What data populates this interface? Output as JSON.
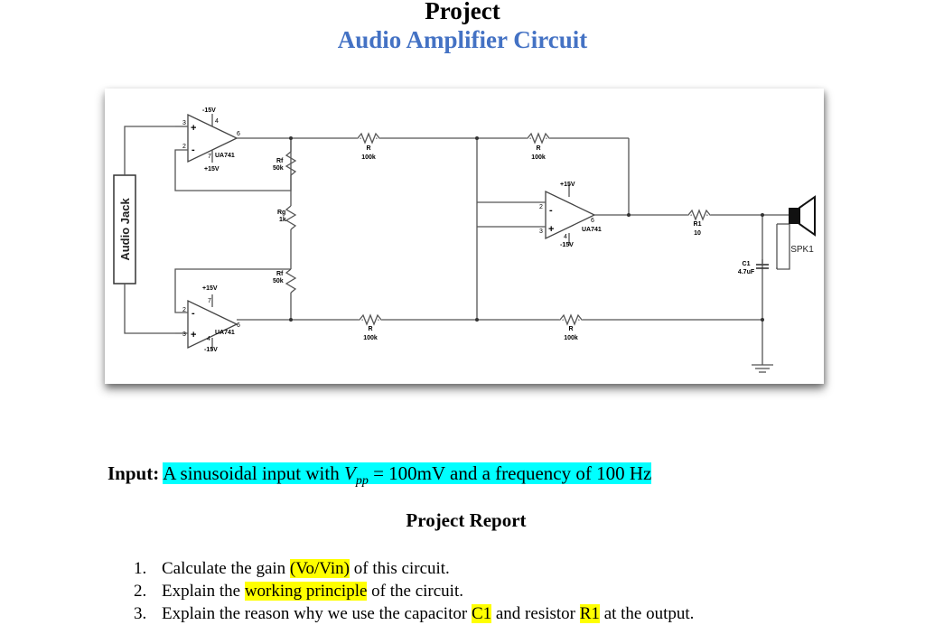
{
  "header": {
    "title": "Project",
    "subtitle": "Audio Amplifier Circuit"
  },
  "circuit": {
    "audio_jack_label": "Audio Jack",
    "opamp_top": {
      "name": "UA741",
      "supply_neg": "-15V",
      "supply_pos": "+15V",
      "pin_plus": "+",
      "pin_minus": "-",
      "pin3": "3",
      "pin2": "2",
      "pin4": "4",
      "pin6": "6",
      "pin7": "7"
    },
    "opamp_bottom": {
      "name": "UA741",
      "supply_neg": "-15V",
      "supply_pos": "+15V",
      "pin_plus": "+",
      "pin_minus": "-",
      "pin3": "3",
      "pin2": "2",
      "pin4": "4",
      "pin6": "6",
      "pin7": "7"
    },
    "opamp_mid": {
      "name": "UA741",
      "supply_neg": "-15V",
      "supply_pos": "+15V",
      "pin_plus": "+",
      "pin_minus": "-",
      "pin3": "3",
      "pin2": "2",
      "pin4": "4",
      "pin6": "6"
    },
    "rf_top": {
      "name": "Rf",
      "value": "50k"
    },
    "rg": {
      "name": "Rg",
      "value": "1k"
    },
    "rf_bottom": {
      "name": "Rf",
      "value": "50k"
    },
    "r_top_left": {
      "name": "R",
      "value": "100k"
    },
    "r_top_right": {
      "name": "R",
      "value": "100k"
    },
    "r_bottom_left": {
      "name": "R",
      "value": "100k"
    },
    "r_bottom_right": {
      "name": "R",
      "value": "100k"
    },
    "r1": {
      "name": "R1",
      "value": "10"
    },
    "c1": {
      "name": "C1",
      "value": "4.7uF"
    },
    "speaker_label": "SPK1"
  },
  "input": {
    "label": "Input:",
    "text_before": "A sinusoidal input with ",
    "var": "V",
    "var_sub": "pp",
    "text_after": " = 100mV and a frequency of 100 Hz"
  },
  "report": {
    "title": "Project Report",
    "items": [
      {
        "num": "1.",
        "before": "Calculate the gain ",
        "hl": "(Vo/Vin)",
        "after": " of this circuit."
      },
      {
        "num": "2.",
        "before": "Explain the ",
        "hl": "working principle",
        "after": " of the circuit."
      },
      {
        "num": "3.",
        "before": "Explain the reason why we use the capacitor ",
        "hl": "C1",
        "mid": " and resistor ",
        "hl2": "R1",
        "after": " at the output."
      }
    ]
  }
}
